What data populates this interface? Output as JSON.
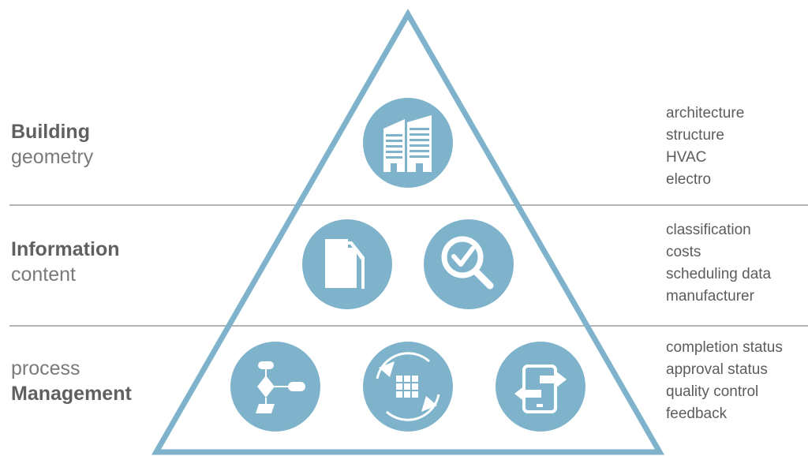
{
  "colors": {
    "triangle": "#7fb3cc",
    "circle": "#7fb3cc",
    "icon": "#ffffff",
    "divider": "#9a9a9a",
    "text_dark": "#5f6061",
    "text_light": "#7a7a7a"
  },
  "tiers": {
    "building": {
      "title": "Building",
      "subtitle": "geometry",
      "aspects": [
        "architecture",
        "structure",
        "HVAC",
        "electro"
      ],
      "icons": [
        "buildings-icon"
      ]
    },
    "information": {
      "title": "Information",
      "subtitle": "content",
      "aspects": [
        "classification",
        "costs",
        "scheduling data",
        "manufacturer"
      ],
      "icons": [
        "document-icon",
        "magnifier-check-icon"
      ]
    },
    "management": {
      "prefix": "process",
      "title": "Management",
      "aspects": [
        "completion status",
        "approval status",
        "quality control",
        "feedback"
      ],
      "icons": [
        "flowchart-icon",
        "cycle-grid-icon",
        "tablet-exchange-icon"
      ]
    }
  }
}
